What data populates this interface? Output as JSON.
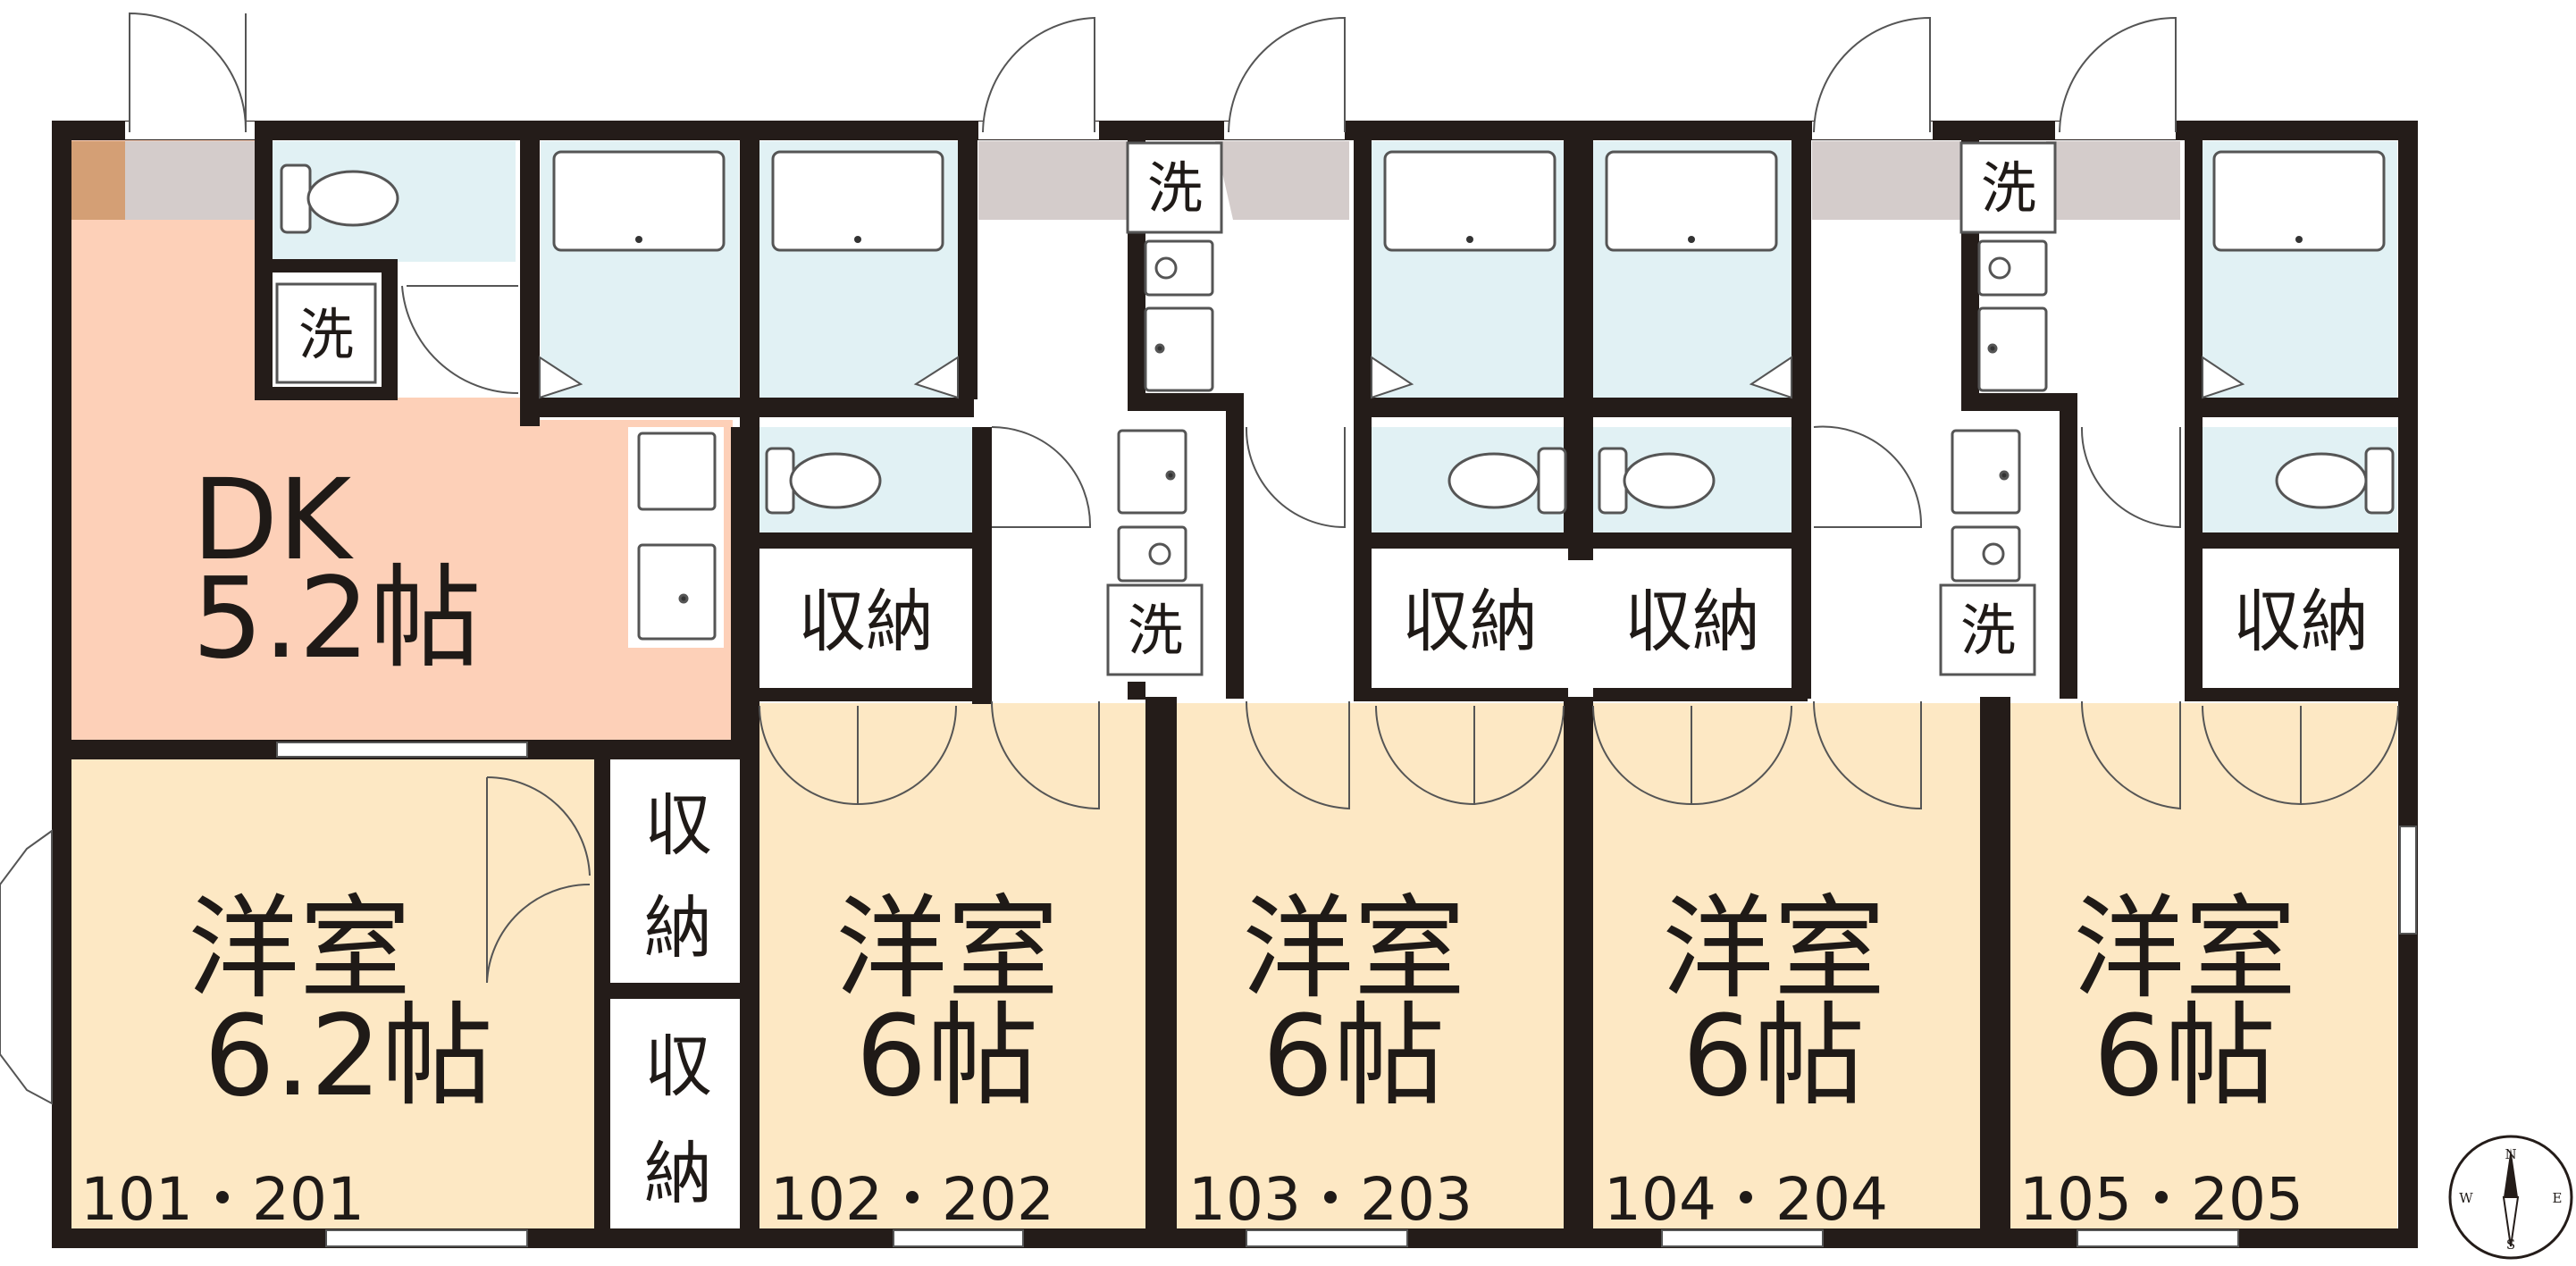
{
  "plan": {
    "colors": {
      "wall": "#241c19",
      "western_room": "#fde8c4",
      "dk_room": "#fdd0b8",
      "bath": "#e1f1f4",
      "corridor": "#d4cccb",
      "accent": "#d49f75",
      "fixture_line": "#555555"
    },
    "units": [
      {
        "number": "101・201",
        "room_name": "洋室",
        "room_size": "6.2帖",
        "dk_name": "DK",
        "dk_size": "5.2帖",
        "closets": [
          "収納",
          "収納"
        ],
        "closet_labels_vertical": [
          [
            "収",
            "納"
          ],
          [
            "収",
            "納"
          ]
        ],
        "wash": "洗"
      },
      {
        "number": "102・202",
        "room_name": "洋室",
        "room_size": "6帖",
        "closet": "収納"
      },
      {
        "number": "103・203",
        "room_name": "洋室",
        "room_size": "6帖",
        "closet": "収納"
      },
      {
        "number": "104・204",
        "room_name": "洋室",
        "room_size": "6帖",
        "closet": "収納"
      },
      {
        "number": "105・205",
        "room_name": "洋室",
        "room_size": "6帖",
        "closet": "収納"
      }
    ],
    "wash_labels": [
      "洗",
      "洗",
      "洗",
      "洗"
    ],
    "compass": {
      "n": "N",
      "s": "S",
      "e": "E",
      "w": "W"
    }
  }
}
